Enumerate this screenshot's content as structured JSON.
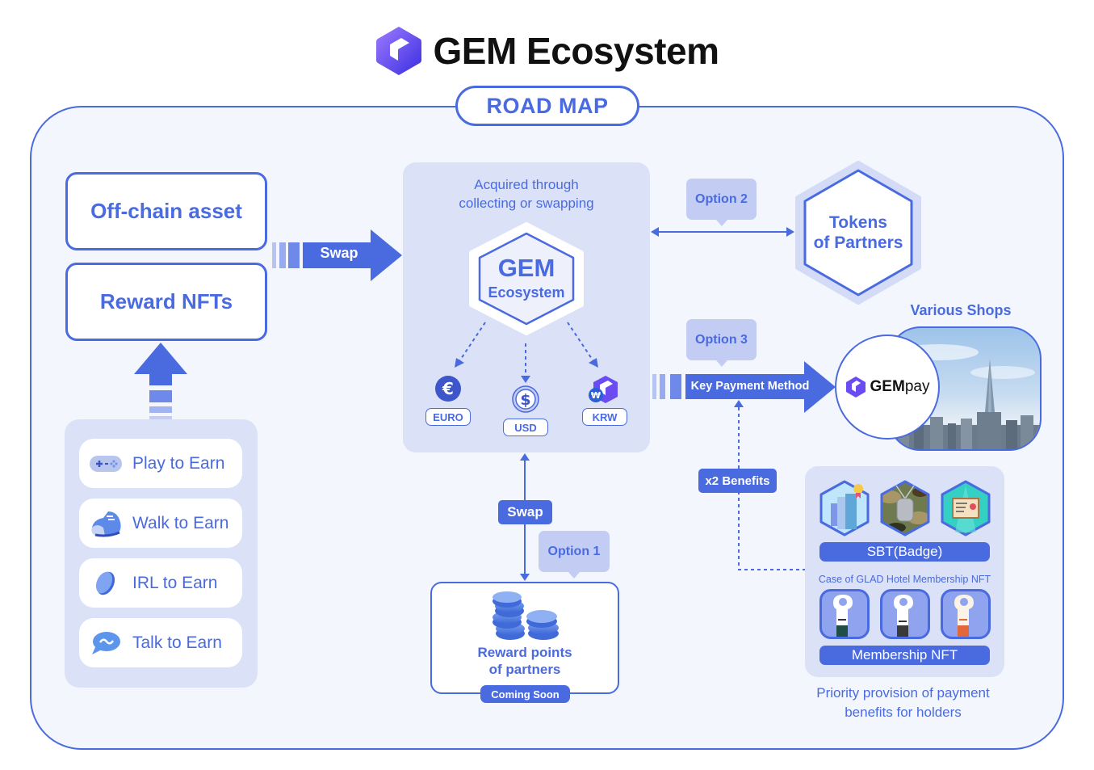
{
  "header": {
    "title": "GEM Ecosystem",
    "logo_icon": "gem-hexagon-logo-icon"
  },
  "roadmap_label": "ROAD MAP",
  "colors": {
    "primary": "#4a6ae0",
    "panel": "#dbe2f7",
    "background": "#f3f6fc",
    "bubble": "#c3cdf4",
    "logo_purple": "#6b4cf0"
  },
  "left": {
    "off_chain": "Off-chain asset",
    "reward_nfts": "Reward NFTs",
    "swap_arrow_label": "Swap",
    "earn_items": [
      {
        "label": "Play to Earn",
        "icon": "gamepad-icon"
      },
      {
        "label": "Walk to Earn",
        "icon": "sneaker-icon"
      },
      {
        "label": "IRL to Earn",
        "icon": "coin-icon"
      },
      {
        "label": "Talk to Earn",
        "icon": "chat-bubble-icon"
      }
    ]
  },
  "center": {
    "caption_line1": "Acquired through",
    "caption_line2": "collecting or swapping",
    "hex_title": "GEM",
    "hex_subtitle": "Ecosystem",
    "currencies": [
      {
        "label": "EURO",
        "icon": "euro-icon"
      },
      {
        "label": "USD",
        "icon": "dollar-icon"
      },
      {
        "label": "KRW",
        "icon": "won-gem-icon"
      }
    ],
    "swap_label": "Swap"
  },
  "option1": {
    "label": "Option 1",
    "reward_line1": "Reward points",
    "reward_line2": "of partners",
    "badge": "Coming Soon"
  },
  "option2": {
    "label": "Option 2",
    "tokens_line1": "Tokens",
    "tokens_line2": "of Partners"
  },
  "option3": {
    "label": "Option 3",
    "arrow_label": "Key Payment Method",
    "shops_title": "Various Shops",
    "gempay_bold": "GEM",
    "gempay_light": "pay"
  },
  "benefits": {
    "tag": "x2 Benefits",
    "sbt_label": "SBT(Badge)",
    "case_text": "Case of GLAD Hotel Membership NFT",
    "membership_label": "Membership NFT",
    "priority_line1": "Priority provision of payment",
    "priority_line2": "benefits for holders",
    "sbt_badges": [
      "city-building-badge-icon",
      "dog-tag-badge-icon",
      "certificate-badge-icon"
    ],
    "membership_cards": [
      "door-hanger-card-1-icon",
      "door-hanger-card-2-icon",
      "door-hanger-card-3-icon"
    ]
  }
}
